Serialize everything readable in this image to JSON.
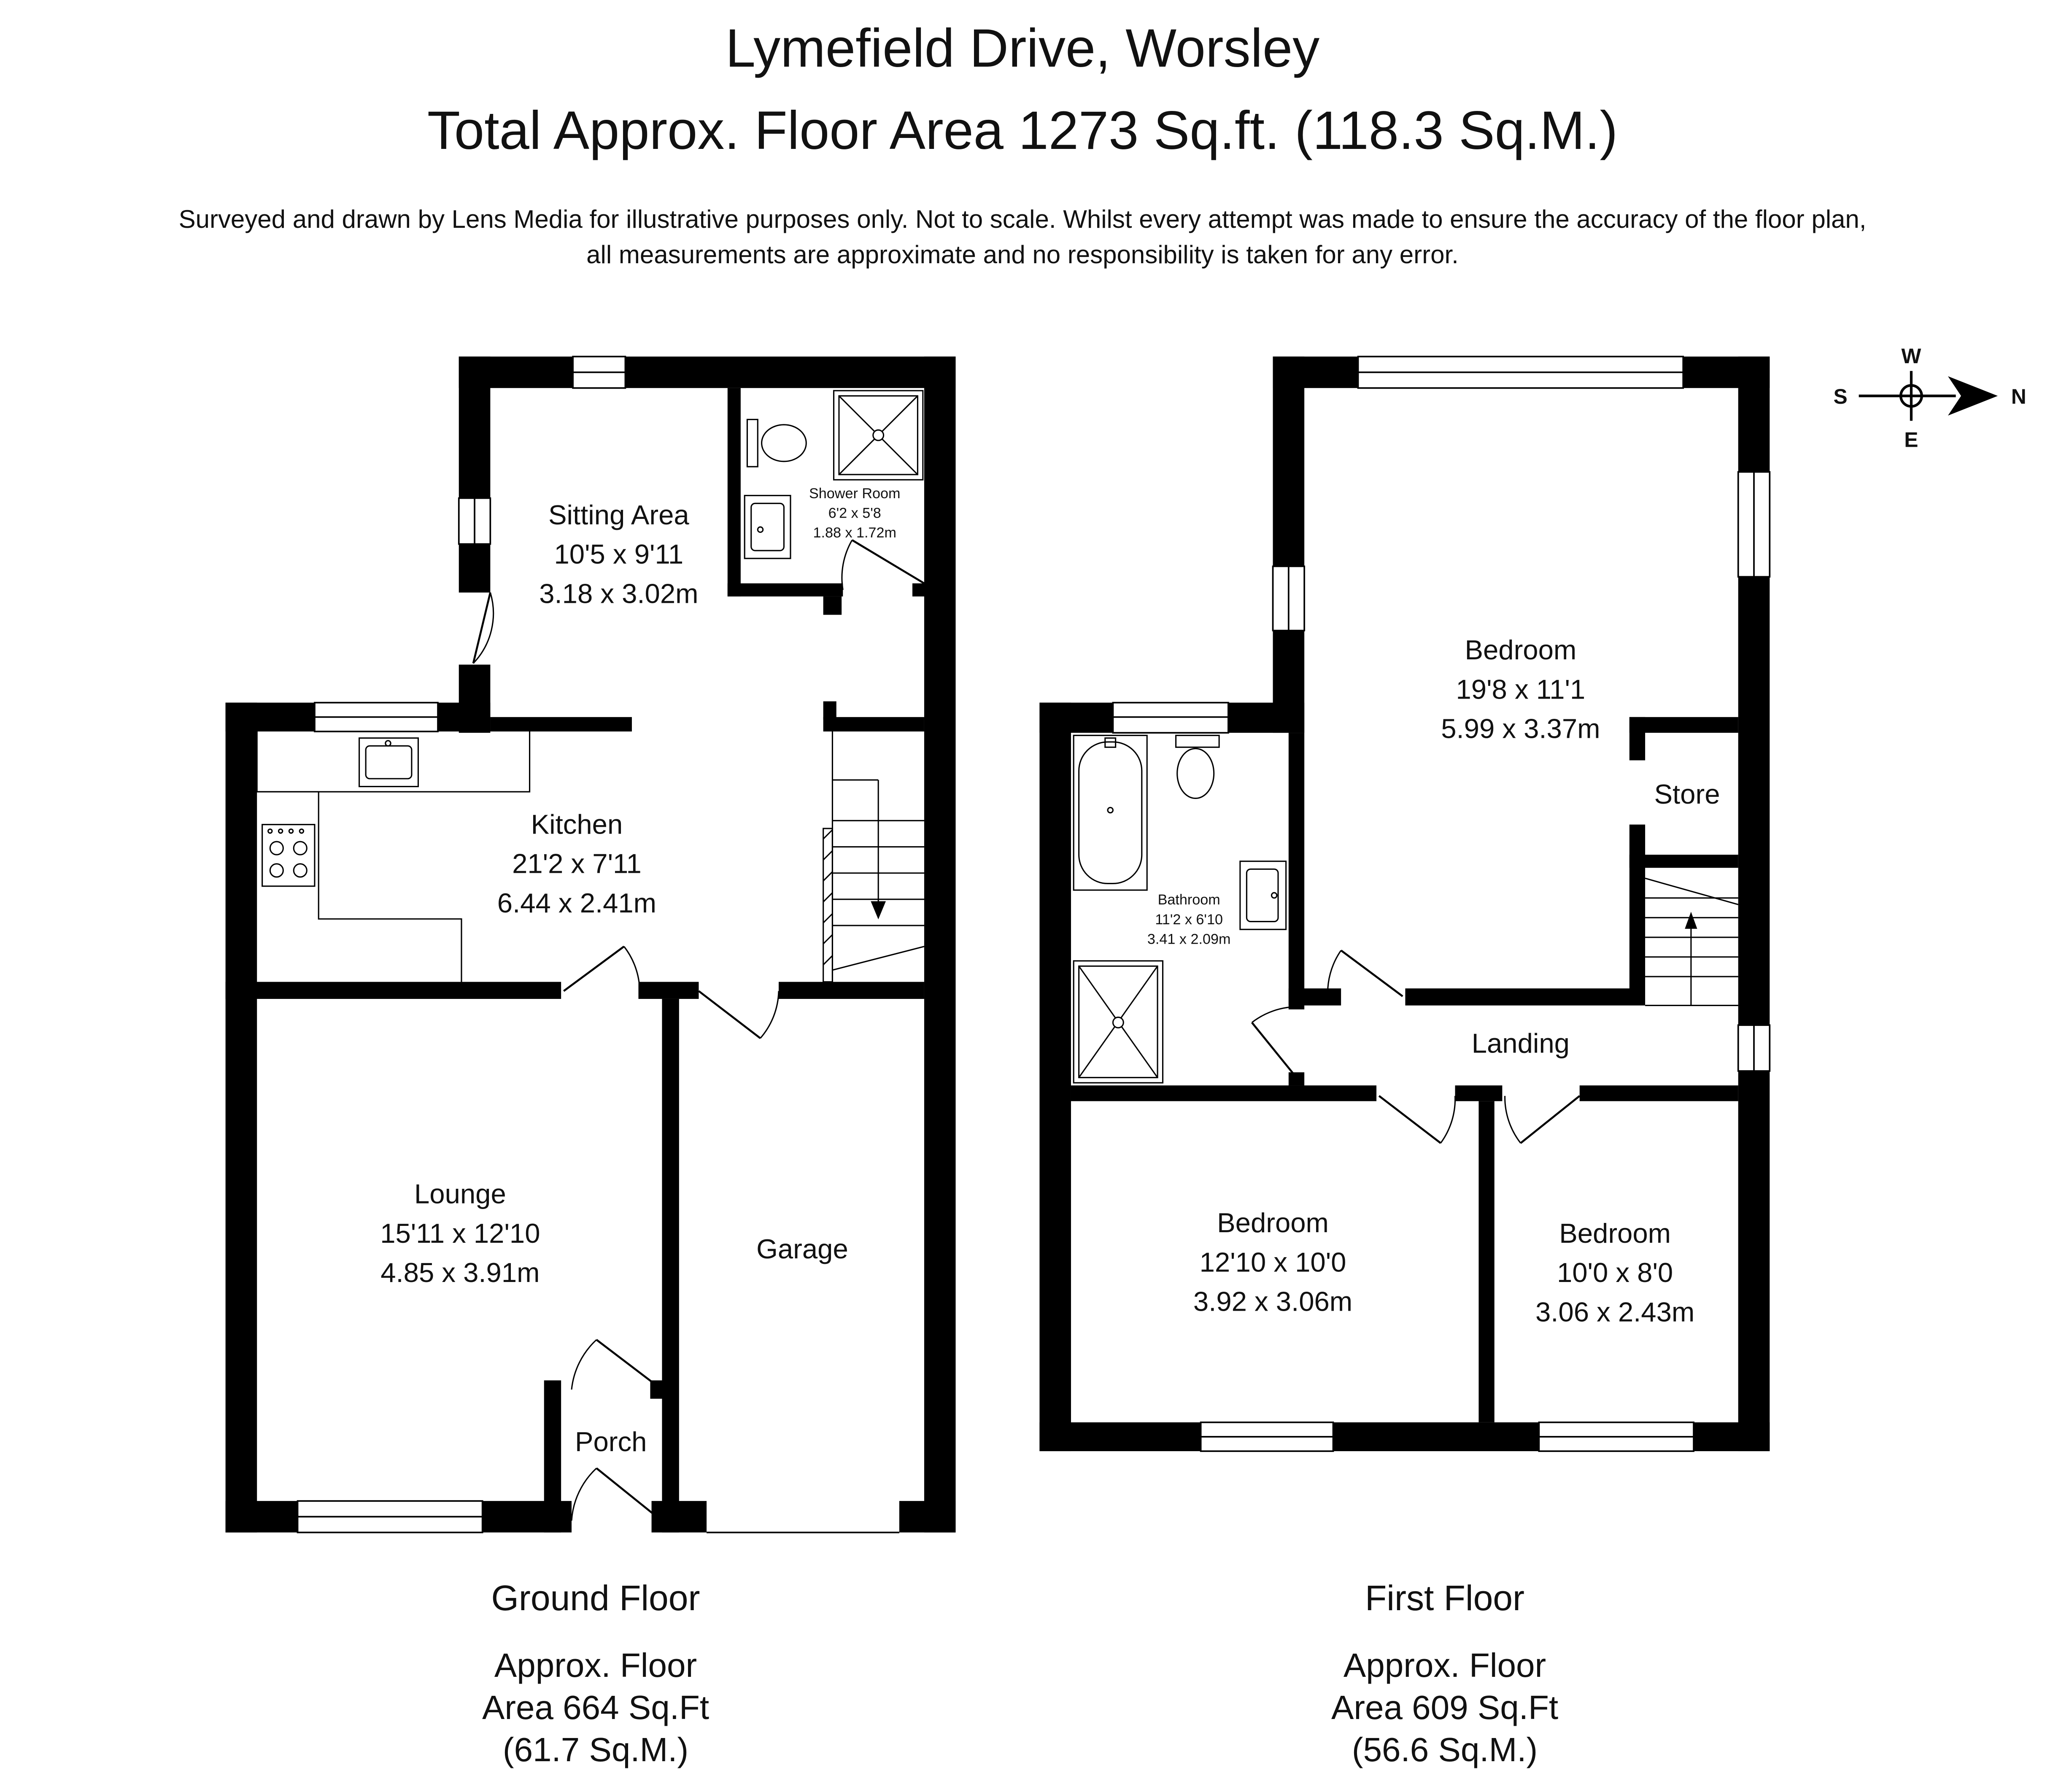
{
  "header": {
    "title": "Lymefield Drive, Worsley",
    "total_area": "Total Approx. Floor Area 1273 Sq.ft. (118.3 Sq.M.)",
    "disclaimer_line1": "Surveyed and drawn by Lens Media for illustrative purposes only. Not to scale. Whilst every attempt was made to ensure the accuracy of the floor plan,",
    "disclaimer_line2": "all measurements are approximate and no responsibility is taken for any error."
  },
  "compass": {
    "north": "N",
    "south": "S",
    "east": "E",
    "west": "W"
  },
  "ground_floor": {
    "name": "Ground Floor",
    "area_line1": "Approx. Floor",
    "area_line2": "Area 664 Sq.Ft",
    "area_line3": "(61.7 Sq.M.)",
    "rooms": {
      "sitting_area": {
        "name": "Sitting Area",
        "imperial": "10'5 x 9'11",
        "metric": "3.18 x 3.02m"
      },
      "shower_room": {
        "name": "Shower Room",
        "imperial": "6'2 x 5'8",
        "metric": "1.88 x 1.72m"
      },
      "kitchen": {
        "name": "Kitchen",
        "imperial": "21'2 x 7'11",
        "metric": "6.44 x 2.41m"
      },
      "lounge": {
        "name": "Lounge",
        "imperial": "15'11 x 12'10",
        "metric": "4.85 x 3.91m"
      },
      "garage": {
        "name": "Garage"
      },
      "porch": {
        "name": "Porch"
      }
    }
  },
  "first_floor": {
    "name": "First Floor",
    "area_line1": "Approx. Floor",
    "area_line2": "Area 609 Sq.Ft",
    "area_line3": "(56.6 Sq.M.)",
    "rooms": {
      "bedroom_main": {
        "name": "Bedroom",
        "imperial": "19'8 x 11'1",
        "metric": "5.99 x 3.37m"
      },
      "store": {
        "name": "Store"
      },
      "bathroom": {
        "name": "Bathroom",
        "imperial": "11'2 x 6'10",
        "metric": "3.41 x 2.09m"
      },
      "landing": {
        "name": "Landing"
      },
      "bedroom_two": {
        "name": "Bedroom",
        "imperial": "12'10 x 10'0",
        "metric": "3.92 x 3.06m"
      },
      "bedroom_three": {
        "name": "Bedroom",
        "imperial": "10'0 x 8'0",
        "metric": "3.06 x 2.43m"
      }
    }
  }
}
